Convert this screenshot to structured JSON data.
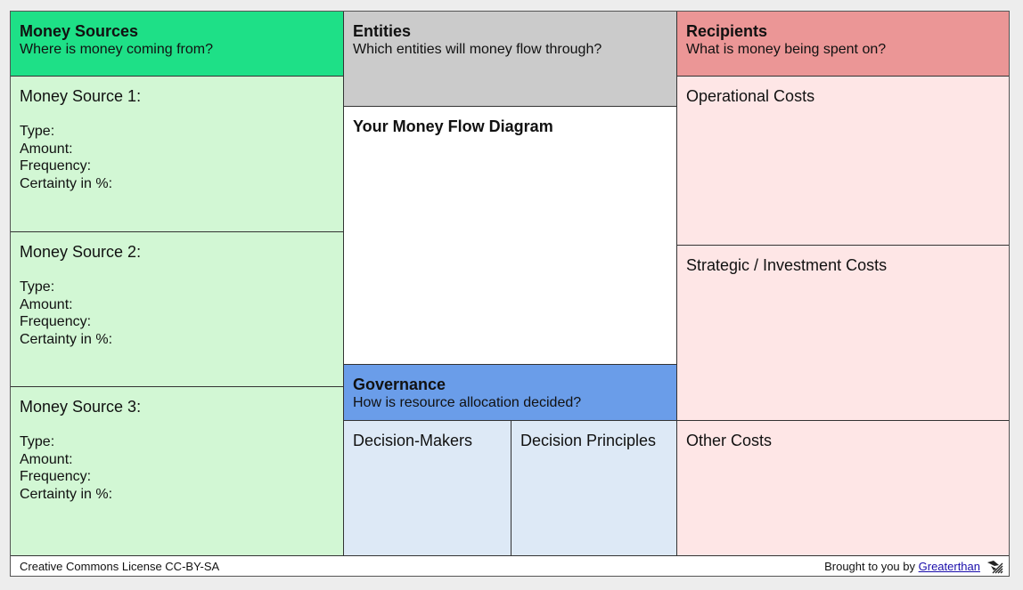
{
  "sources": {
    "title": "Money Sources",
    "subtitle": "Where is money coming from?",
    "items": [
      {
        "title": "Money Source 1:",
        "type": "Type:",
        "amount": "Amount:",
        "frequency": "Frequency:",
        "certainty": "Certainty in %:"
      },
      {
        "title": "Money Source 2:",
        "type": "Type:",
        "amount": "Amount:",
        "frequency": "Frequency:",
        "certainty": "Certainty in %:"
      },
      {
        "title": "Money Source 3:",
        "type": "Type:",
        "amount": "Amount:",
        "frequency": "Frequency:",
        "certainty": "Certainty in %:"
      }
    ]
  },
  "entities": {
    "title": "Entities",
    "subtitle": "Which entities will money flow through?"
  },
  "diagram": {
    "title": "Your Money Flow Diagram"
  },
  "governance": {
    "title": "Governance",
    "subtitle": "How is resource allocation decided?",
    "makers": "Decision-Makers",
    "principles": "Decision Principles"
  },
  "recipients": {
    "title": "Recipients",
    "subtitle": "What is money being spent on?",
    "items": [
      "Operational Costs",
      "Strategic / Investment Costs",
      "Other Costs"
    ]
  },
  "footer": {
    "license": "Creative Commons License CC-BY-SA",
    "credit_prefix": "Brought to you by",
    "credit_link": "Greaterthan",
    "logo_icon": "greaterthan-logo-icon"
  },
  "colors": {
    "sources_header": "#1ee087",
    "sources_body": "#d2f7d4",
    "entities_header": "#cbcbcb",
    "governance_header": "#6a9de9",
    "governance_body": "#dde9f6",
    "recipients_header": "#eb9696",
    "recipients_body": "#fee6e6"
  }
}
